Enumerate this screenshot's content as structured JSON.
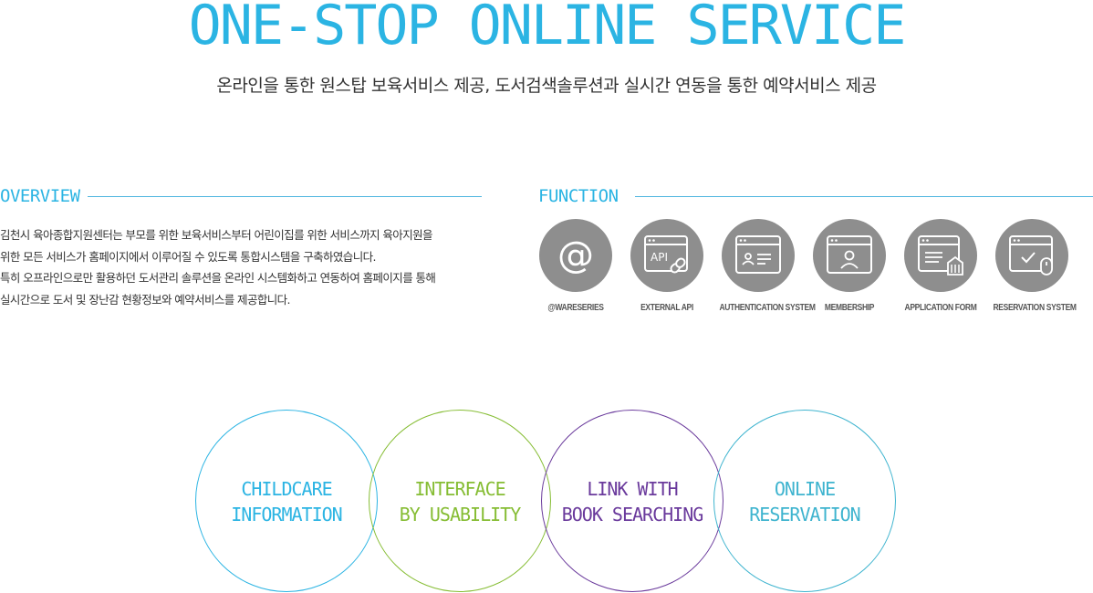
{
  "header": {
    "title": "ONE-STOP ONLINE SERVICE",
    "subtitle": "온라인을 통한 원스탑 보육서비스 제공,  도서검색솔루션과 실시간 연동을 통한 예약서비스 제공"
  },
  "overview": {
    "heading": "OVERVIEW",
    "lines": [
      "김천시 육아종합지원센터는 부모를 위한 보육서비스부터 어린이집를 위한 서비스까지 육아지원을",
      "위한 모든 서비스가 홈페이지에서 이루어질 수 있도록 통합시스템을 구축하였습니다.",
      "특히 오프라인으로만 활용하던 도서관리 솔루션을 온라인 시스템화하고 연동하여 홈페이지를 통해",
      "실시간으로 도서 및 장난감 현황정보와 예약서비스를 제공합니다."
    ]
  },
  "function": {
    "heading": "FUNCTION",
    "items": [
      {
        "label": "@WARESERIES",
        "icon": "at-sign-icon",
        "glyph": "@"
      },
      {
        "label": "EXTERNAL API",
        "icon": "api-window-icon",
        "glyph": "API"
      },
      {
        "label": "AUTHENTICATION SYSTEM",
        "icon": "id-card-window-icon"
      },
      {
        "label": "MEMBERSHIP",
        "icon": "user-window-icon"
      },
      {
        "label": "APPLICATION FORM",
        "icon": "form-window-icon"
      },
      {
        "label": "RESERVATION SYSTEM",
        "icon": "check-mouse-window-icon"
      }
    ]
  },
  "features": [
    {
      "line1": "CHILDCARE",
      "line2": "INFORMATION",
      "color": "#2bb4e3"
    },
    {
      "line1": "INTERFACE",
      "line2": "BY USABILITY",
      "color": "#86bd34"
    },
    {
      "line1": "LINK WITH",
      "line2": "BOOK SEARCHING",
      "color": "#6a3a9c"
    },
    {
      "line1": "ONLINE",
      "line2": "RESERVATION",
      "color": "#3fb4cf"
    }
  ],
  "colors": {
    "accent": "#2bb4e3",
    "icon_bg": "#8e8e8e"
  }
}
